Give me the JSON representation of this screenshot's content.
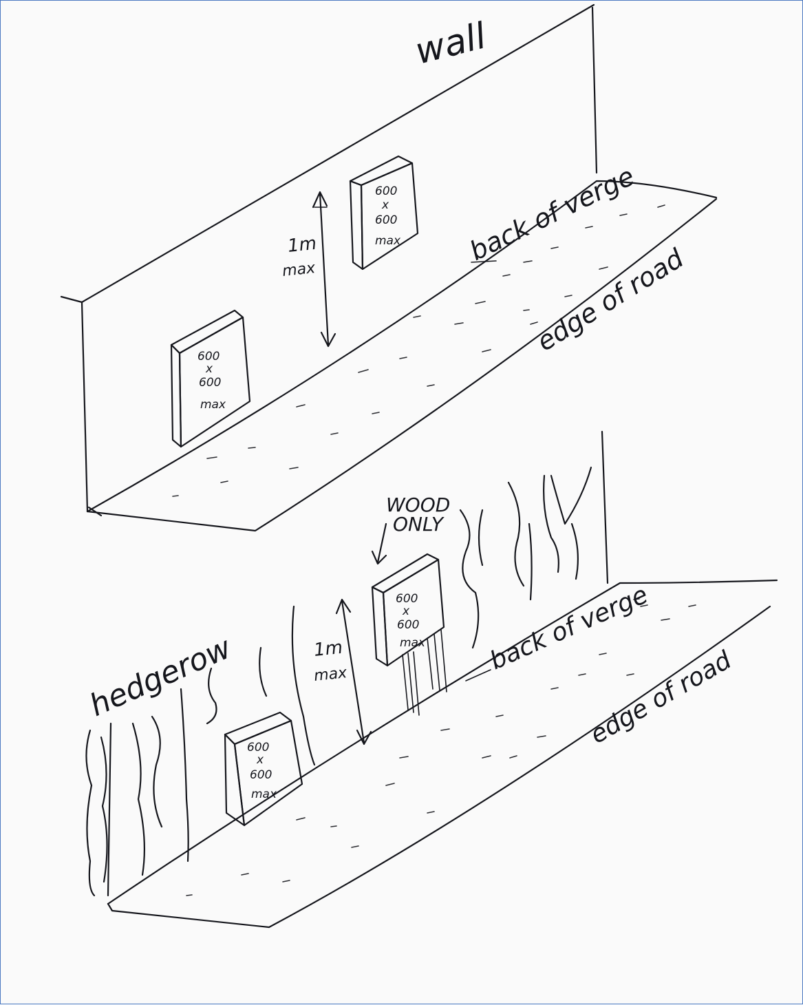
{
  "labels": {
    "wall": "wall",
    "back_of_verge_top": "back of verge",
    "edge_of_road_top": "edge of road",
    "height_top": [
      "1m",
      "max"
    ],
    "sign_top_left": [
      "600",
      "x",
      "600",
      "max"
    ],
    "sign_top_right": [
      "600",
      "x",
      "600",
      "max"
    ],
    "wood_only": [
      "WOOD",
      "ONLY"
    ],
    "hedgerow": "hedgerow",
    "back_of_verge_bottom": "back of verge",
    "edge_of_road_bottom": "edge of road",
    "height_bottom": [
      "1m",
      "max"
    ],
    "sign_bottom_left": [
      "600",
      "x",
      "600",
      "max"
    ],
    "sign_bottom_right": [
      "600",
      "x",
      "600",
      "max"
    ]
  }
}
